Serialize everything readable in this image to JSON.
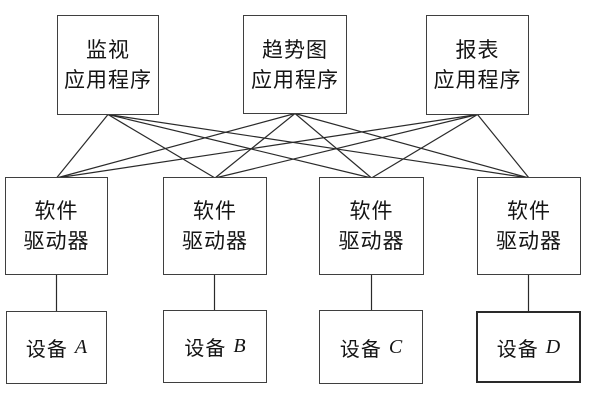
{
  "diagram": {
    "applications": [
      {
        "name": "监视应用程序",
        "line1": "监视",
        "line2": "应用程序"
      },
      {
        "name": "趋势图应用程序",
        "line1": "趋势图",
        "line2": "应用程序"
      },
      {
        "name": "报表应用程序",
        "line1": "报表",
        "line2": "应用程序"
      }
    ],
    "drivers": [
      {
        "line1": "软件",
        "line2": "驱动器"
      },
      {
        "line1": "软件",
        "line2": "驱动器"
      },
      {
        "line1": "软件",
        "line2": "驱动器"
      },
      {
        "line1": "软件",
        "line2": "驱动器"
      }
    ],
    "devices": [
      {
        "prefix": "设备",
        "letter": "A"
      },
      {
        "prefix": "设备",
        "letter": "B"
      },
      {
        "prefix": "设备",
        "letter": "C"
      },
      {
        "prefix": "设备",
        "letter": "D"
      }
    ],
    "connections": {
      "app_to_driver": [
        [
          0,
          0
        ],
        [
          0,
          1
        ],
        [
          0,
          2
        ],
        [
          0,
          3
        ],
        [
          1,
          0
        ],
        [
          1,
          1
        ],
        [
          1,
          2
        ],
        [
          1,
          3
        ],
        [
          2,
          0
        ],
        [
          2,
          1
        ],
        [
          2,
          2
        ],
        [
          2,
          3
        ]
      ],
      "driver_to_device": [
        [
          0,
          0
        ],
        [
          1,
          1
        ],
        [
          2,
          2
        ],
        [
          3,
          3
        ]
      ]
    },
    "colors": {
      "background": "#ffffff",
      "box_border": "#3f3f3f",
      "text": "#141414",
      "connector_line": "#2a2a2a"
    }
  }
}
